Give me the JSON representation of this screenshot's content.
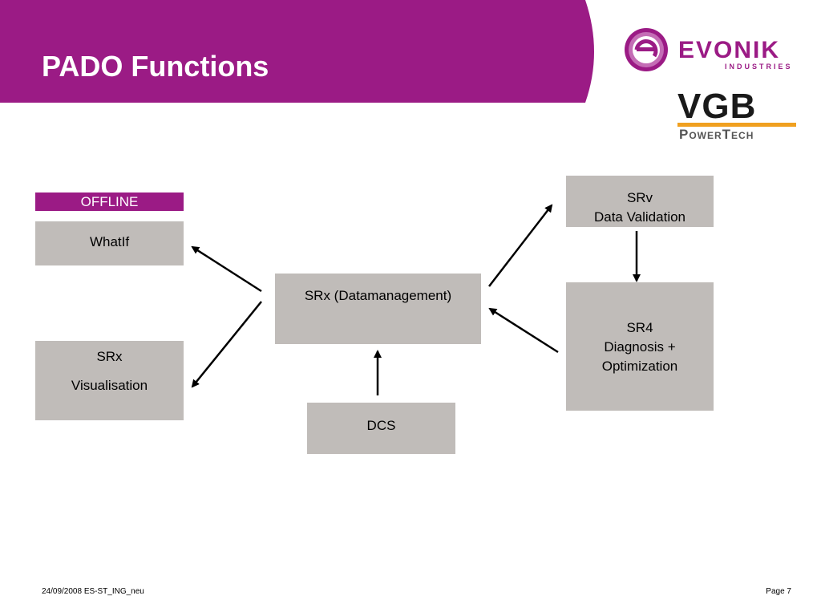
{
  "slide": {
    "title": "PADO Functions",
    "footer_left": "24/09/2008 ES-ST_ING_neu",
    "footer_right": "Page 7"
  },
  "logos": {
    "evonik": "EVONIK",
    "evonik_sub": "INDUSTRIES",
    "vgb": "VGB",
    "vgb_sub": "PowerTech"
  },
  "colors": {
    "accent": "#9b1b85",
    "box": "#c0bcb9",
    "vgb_orange": "#f0a020"
  },
  "diagram": {
    "offline_label": "OFFLINE",
    "whatif": "WhatIf",
    "srx_vis": {
      "line1": "SRx",
      "line2": "Visualisation"
    },
    "srx_dm": "SRx (Datamanagement)",
    "dcs": "DCS",
    "srv": {
      "line1": "SRv",
      "line2": "Data Validation"
    },
    "sr4": {
      "line1": "SR4",
      "line2": "Diagnosis +",
      "line3": "Optimization"
    }
  }
}
